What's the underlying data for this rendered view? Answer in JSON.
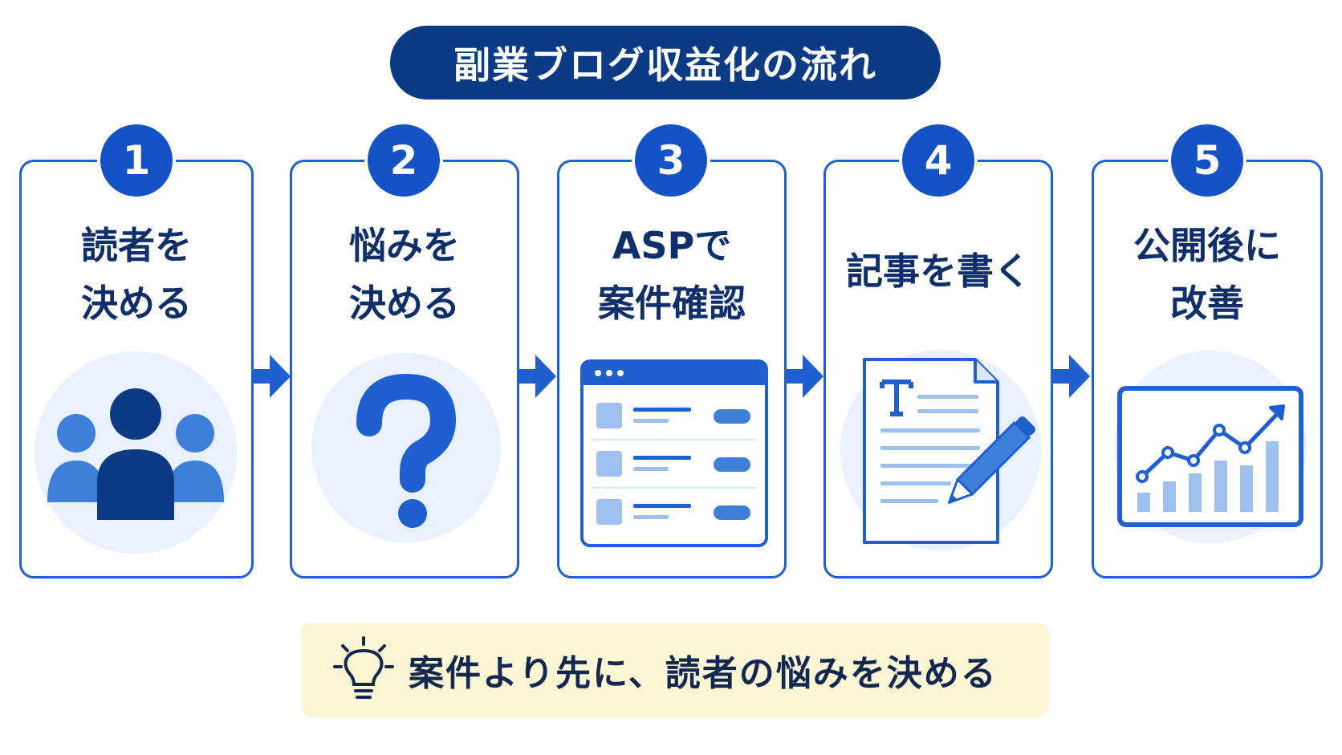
{
  "title": "副業ブログ収益化の流れ",
  "steps": [
    {
      "number": "1",
      "lines": [
        "読者を",
        "決める"
      ],
      "icon": "people-icon"
    },
    {
      "number": "2",
      "lines": [
        "悩みを",
        "決める"
      ],
      "icon": "question-mark-icon"
    },
    {
      "number": "3",
      "lines": [
        "ASPで",
        "案件確認"
      ],
      "icon": "browser-list-icon"
    },
    {
      "number": "4",
      "lines": [
        "記事を書く"
      ],
      "icon": "document-pen-icon"
    },
    {
      "number": "5",
      "lines": [
        "公開後に",
        "改善"
      ],
      "icon": "growth-chart-icon"
    }
  ],
  "tip": {
    "text": "案件より先に、読者の悩みを決める",
    "icon": "lightbulb-icon"
  },
  "colors": {
    "primary": "#1552c8",
    "navy": "#0d3a84",
    "light": "#e8f1fd",
    "tip_bg": "#fdf6d4",
    "icon_light": "#9dc0ef",
    "icon_mid": "#3d7fdb"
  }
}
